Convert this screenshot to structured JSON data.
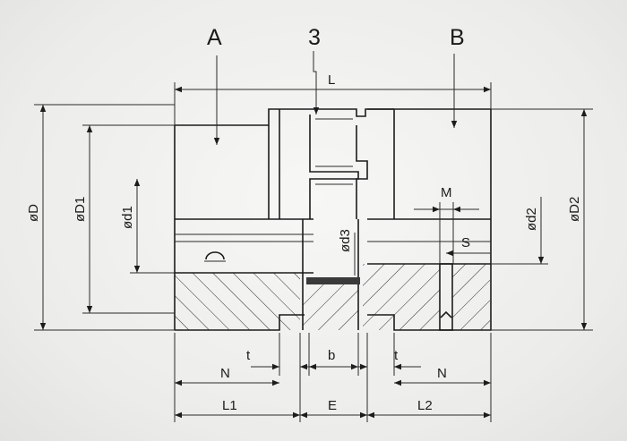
{
  "labels": {
    "A": "A",
    "three": "3",
    "B": "B",
    "L": "L",
    "oD": "øD",
    "oD1": "øD1",
    "od1": "ød1",
    "od3": "ød3",
    "M": "M",
    "od2": "ød2",
    "oD2": "øD2",
    "S": "S",
    "N_left": "N",
    "t_left": "t",
    "b": "b",
    "t_right": "t",
    "N_right": "N",
    "L1": "L1",
    "E": "E",
    "L2": "L2"
  },
  "colors": {
    "line": "#1c1c1c",
    "paper": "#efefed",
    "spider": "#3a3a3a"
  }
}
